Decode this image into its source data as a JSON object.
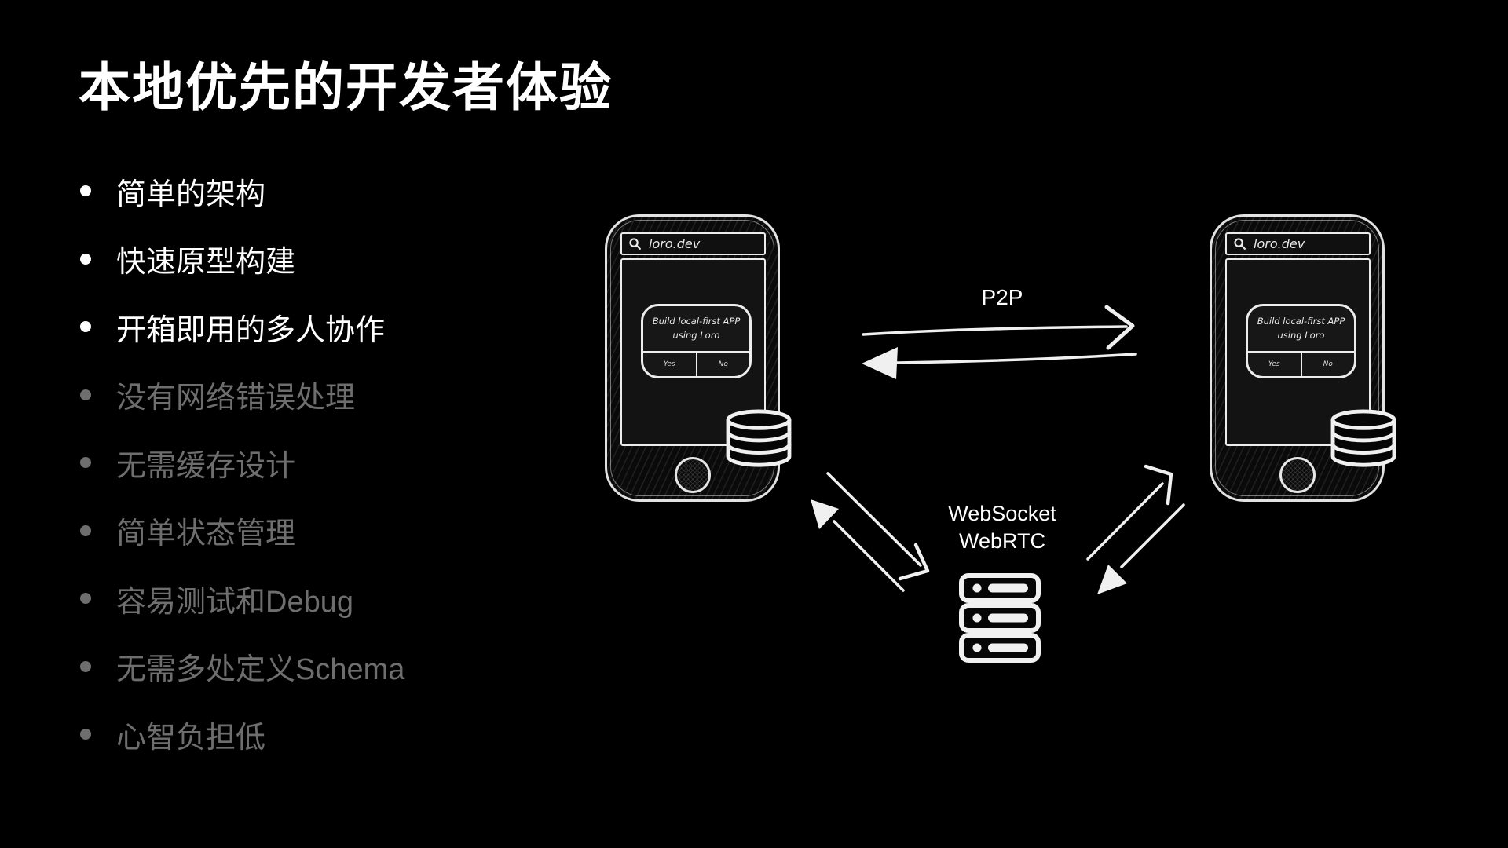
{
  "slide": {
    "title": "本地优先的开发者体验",
    "bullets": [
      {
        "label": "简单的架构",
        "emphasis": "active"
      },
      {
        "label": "快速原型构建",
        "emphasis": "active"
      },
      {
        "label": "开箱即用的多人协作",
        "emphasis": "active"
      },
      {
        "label": "没有网络错误处理",
        "emphasis": "dimmed"
      },
      {
        "label": "无需缓存设计",
        "emphasis": "dimmed"
      },
      {
        "label": "简单状态管理",
        "emphasis": "dimmed"
      },
      {
        "label": "容易测试和Debug",
        "emphasis": "dimmed"
      },
      {
        "label": "无需多处定义Schema",
        "emphasis": "dimmed"
      },
      {
        "label": "心智负担低",
        "emphasis": "dimmed"
      }
    ]
  },
  "diagram": {
    "labels": {
      "p2p": "P2P",
      "websocket": "WebSocket",
      "webrtc": "WebRTC"
    },
    "devices": {
      "left": {
        "url": "loro.dev",
        "dialog_line1": "Build local-first APP",
        "dialog_line2": "using Loro",
        "yes_label": "Yes",
        "no_label": "No"
      },
      "right": {
        "url": "loro.dev",
        "dialog_line1": "Build local-first APP",
        "dialog_line2": "using Loro",
        "yes_label": "Yes",
        "no_label": "No"
      }
    },
    "icons": {
      "search": "magnifier",
      "database": "database-cylinder",
      "server": "server-rack",
      "home": "home-button-circle"
    }
  },
  "colors": {
    "background": "#000000",
    "text_primary": "#ffffff",
    "text_dimmed": "#6e6e6e",
    "sketch_stroke": "#f0f0f0"
  }
}
